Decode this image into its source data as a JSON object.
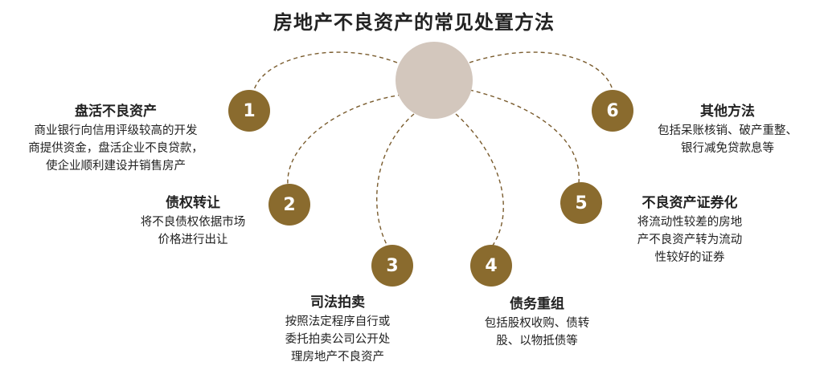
{
  "title": "房地产不良资产的常见处置方法",
  "colors": {
    "node": "#8a6b2e",
    "hub": "#d3c7bd",
    "connector": "#7a5c2e"
  },
  "methods": [
    {
      "number": "1",
      "name": "盘活不良资产",
      "description": "商业银行向信用评级较高的开发\n商提供资金，盘活企业不良贷款，\n使企业顺利建设并销售房产"
    },
    {
      "number": "2",
      "name": "债权转让",
      "description": "将不良债权依据市场\n价格进行出让"
    },
    {
      "number": "3",
      "name": "司法拍卖",
      "description": "按照法定程序自行或\n委托拍卖公司公开处\n理房地产不良资产"
    },
    {
      "number": "4",
      "name": "债务重组",
      "description": "包括股权收购、债转\n股、以物抵债等"
    },
    {
      "number": "5",
      "name": "不良资产证券化",
      "description": "将流动性较差的房地\n产不良资产转为流动\n性较好的证券"
    },
    {
      "number": "6",
      "name": "其他方法",
      "description": "包括呆账核销、破产重整、\n银行减免贷款息等"
    }
  ]
}
